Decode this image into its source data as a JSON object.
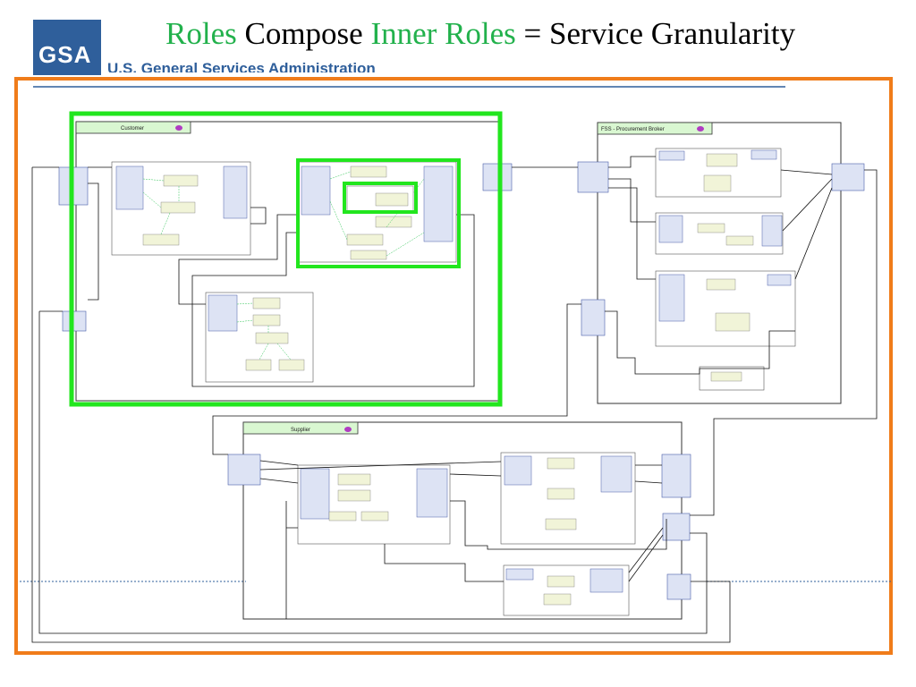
{
  "header": {
    "title_word1": "Roles",
    "title_mid": " Compose ",
    "title_word2": "Inner Roles",
    "title_end": "  = Service Granularity",
    "logo_text": "GSA",
    "agency_name": "U.S. General Services Administration"
  },
  "diagram": {
    "customer_label": "Customer",
    "broker_label": "FSS - Procurement Broker",
    "supplier_label": "Supplier"
  },
  "colors": {
    "highlight": "#22e61e",
    "frame": "#f07c1a",
    "brand": "#2f5f9b",
    "role_header": "#d9f7d1"
  }
}
